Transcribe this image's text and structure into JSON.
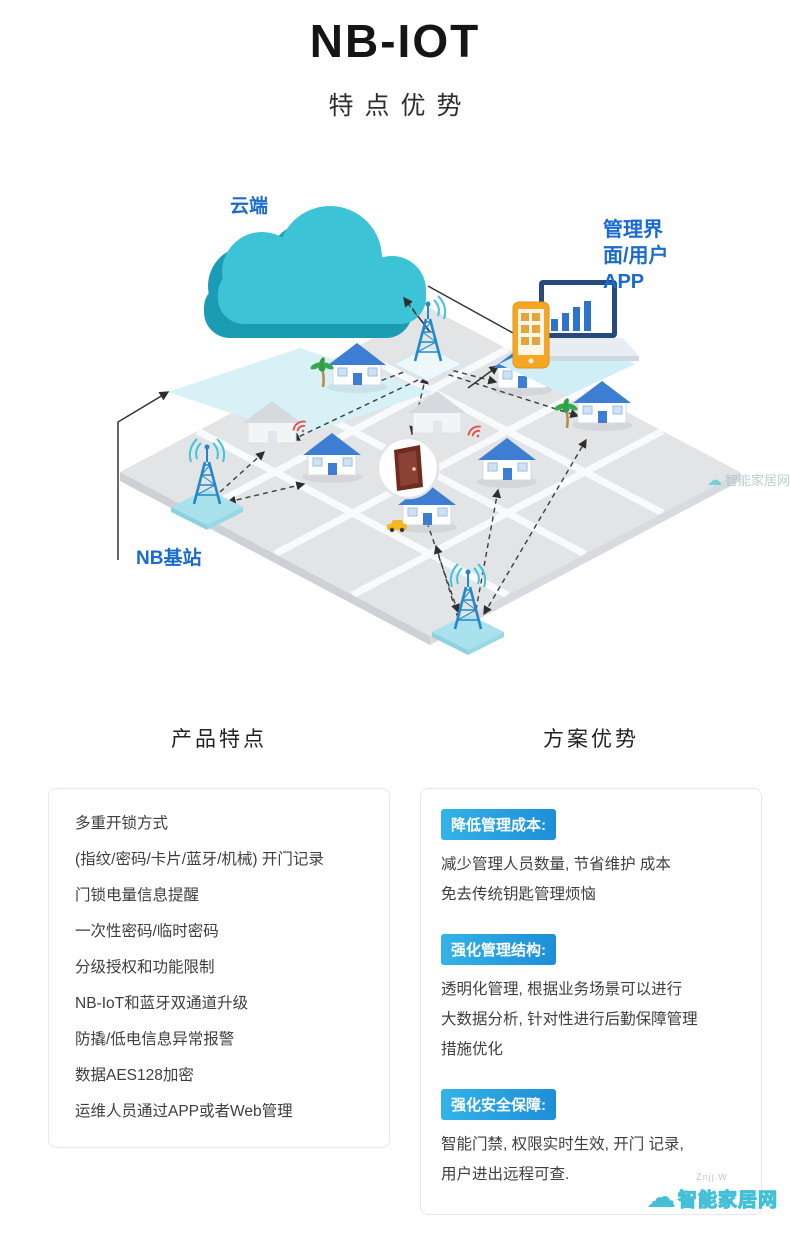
{
  "page": {
    "title": "NB-IOT",
    "subtitle": "特点优势"
  },
  "diagram": {
    "cloud_label": "云端",
    "app_label": [
      "管理界",
      "面/用户",
      "APP"
    ],
    "station_label": "NB基站"
  },
  "features": {
    "heading": "产品特点",
    "items": [
      "多重开锁方式",
      "(指纹/密码/卡片/蓝牙/机械) 开门记录",
      "门锁电量信息提醒",
      "一次性密码/临时密码",
      "分级授权和功能限制",
      "NB-IoT和蓝牙双通道升级",
      "防撬/低电信息异常报警",
      "数据AES128加密",
      "运维人员通过APP或者Web管理"
    ]
  },
  "advantages": {
    "heading": "方案优势",
    "sections": [
      {
        "badge": "降低管理成本:",
        "lines": [
          "减少管理人员数量, 节省维护 成本",
          "免去传统钥匙管理烦恼"
        ]
      },
      {
        "badge": "强化管理结构:",
        "lines": [
          "透明化管理, 根据业务场景可以进行",
          "大数据分析, 针对性进行后勤保障管理",
          "措施优化"
        ]
      },
      {
        "badge": "强化安全保障:",
        "lines": [
          "智能门禁, 权限实时生效, 开门 记录,",
          "用户进出远程可查."
        ]
      }
    ]
  },
  "watermark": {
    "small": "Znjj.W",
    "text": "智能家居网"
  },
  "colors": {
    "label_blue": "#1a6ad0",
    "cloud_teal": "#3cc3d6",
    "cloud_teal_dark": "#1a9cb5",
    "badge_gradient_start": "#33b3e8",
    "badge_gradient_end": "#1e8ed8",
    "tower_blue": "#2189cb",
    "signal_cyan": "#3fc6dc",
    "phone_orange": "#f5a623",
    "alert_red": "#e8483f"
  }
}
